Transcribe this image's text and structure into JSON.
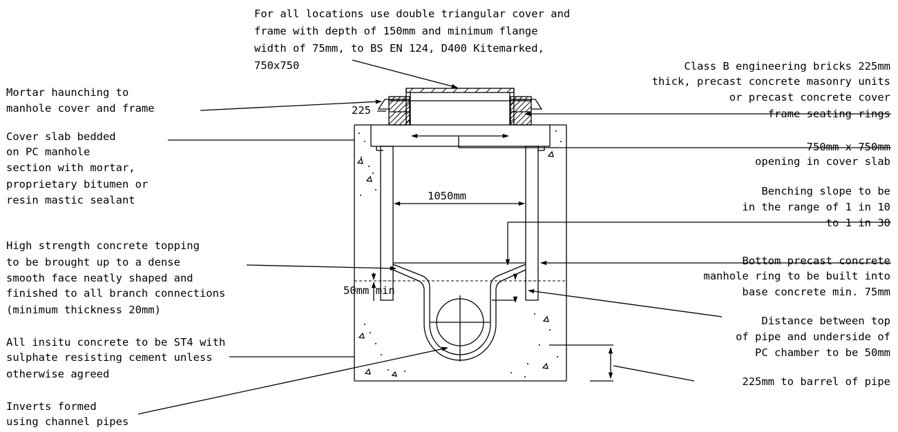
{
  "notes": {
    "cover_frame": [
      "For all locations use double triangular cover and",
      "frame with depth of 150mm and minimum flange",
      "width of 75mm, to BS EN 124, D400 Kitemarked,",
      "750x750"
    ],
    "engineering_bricks": [
      "Class B engineering bricks 225mm",
      "thick, precast concrete masonry units",
      "or precast concrete cover",
      "frame seating rings"
    ],
    "mortar_haunching": [
      "Mortar haunching to",
      "manhole cover and frame"
    ],
    "cover_slab_bedded": [
      "Cover slab bedded",
      "on PC manhole",
      "section with mortar,",
      "proprietary bitumen or",
      "resin mastic sealant"
    ],
    "opening": [
      "750mm x 750mm",
      "opening in cover slab"
    ],
    "benching_slope": [
      "Benching slope to be",
      "in the range of 1 in 10",
      "to 1 in 30"
    ],
    "concrete_topping": [
      "High strength concrete topping",
      "to be brought up to a dense",
      "smooth face neatly shaped and",
      "finished to all branch connections",
      "(minimum thickness 20mm)"
    ],
    "bottom_ring": [
      "Bottom precast concrete",
      "manhole ring to be built into",
      "base concrete min. 75mm"
    ],
    "pipe_distance": [
      "Distance between top",
      "of pipe and underside of",
      "PC chamber to be 50mm"
    ],
    "insitu_concrete": [
      "All insitu concrete to be ST4 with",
      "sulphate resisting cement unless",
      "otherwise agreed"
    ],
    "barrel": [
      "225mm to barrel of pipe"
    ],
    "inverts": [
      "Inverts formed",
      "using channel pipes"
    ]
  },
  "dimensions": {
    "brick_height": "225",
    "chamber_width": "1050mm",
    "benching_min": "50mm  min"
  }
}
